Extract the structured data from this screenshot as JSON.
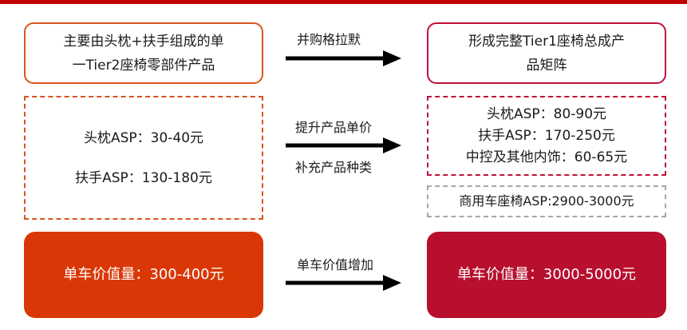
{
  "left_top": {
    "lines": [
      "主要由头枕+扶手组成的单",
      "一Tier2座椅零部件产品"
    ]
  },
  "left_mid": {
    "lines": [
      "头枕ASP：30-40元",
      "扶手ASP：130-180元"
    ]
  },
  "left_bottom": {
    "text": "单车价值量：300-400元"
  },
  "right_top": {
    "lines": [
      "形成完整Tier1座椅总成产",
      "品矩阵"
    ]
  },
  "right_mid": {
    "lines": [
      "头枕ASP：80-90元",
      "扶手ASP：170-250元",
      "中控及其他内饰：60-65元"
    ]
  },
  "right_mid2": {
    "text": "商用车座椅ASP:2900-3000元"
  },
  "right_bottom": {
    "text": "单车价值量：3000-5000元"
  },
  "arrows": [
    {
      "label": "并购格拉默"
    },
    {
      "label_top": "提升产品单价",
      "label_bottom": "补充产品种类"
    },
    {
      "label": "单车价值增加"
    }
  ],
  "colors": {
    "top_rule": "#c00000",
    "left_border": "#d9541e",
    "left_fill": "#d93806",
    "right_border": "#c0103a",
    "right_fill": "#b80f2e",
    "grey_border": "#a6a6a6",
    "arrow": "#000000"
  }
}
